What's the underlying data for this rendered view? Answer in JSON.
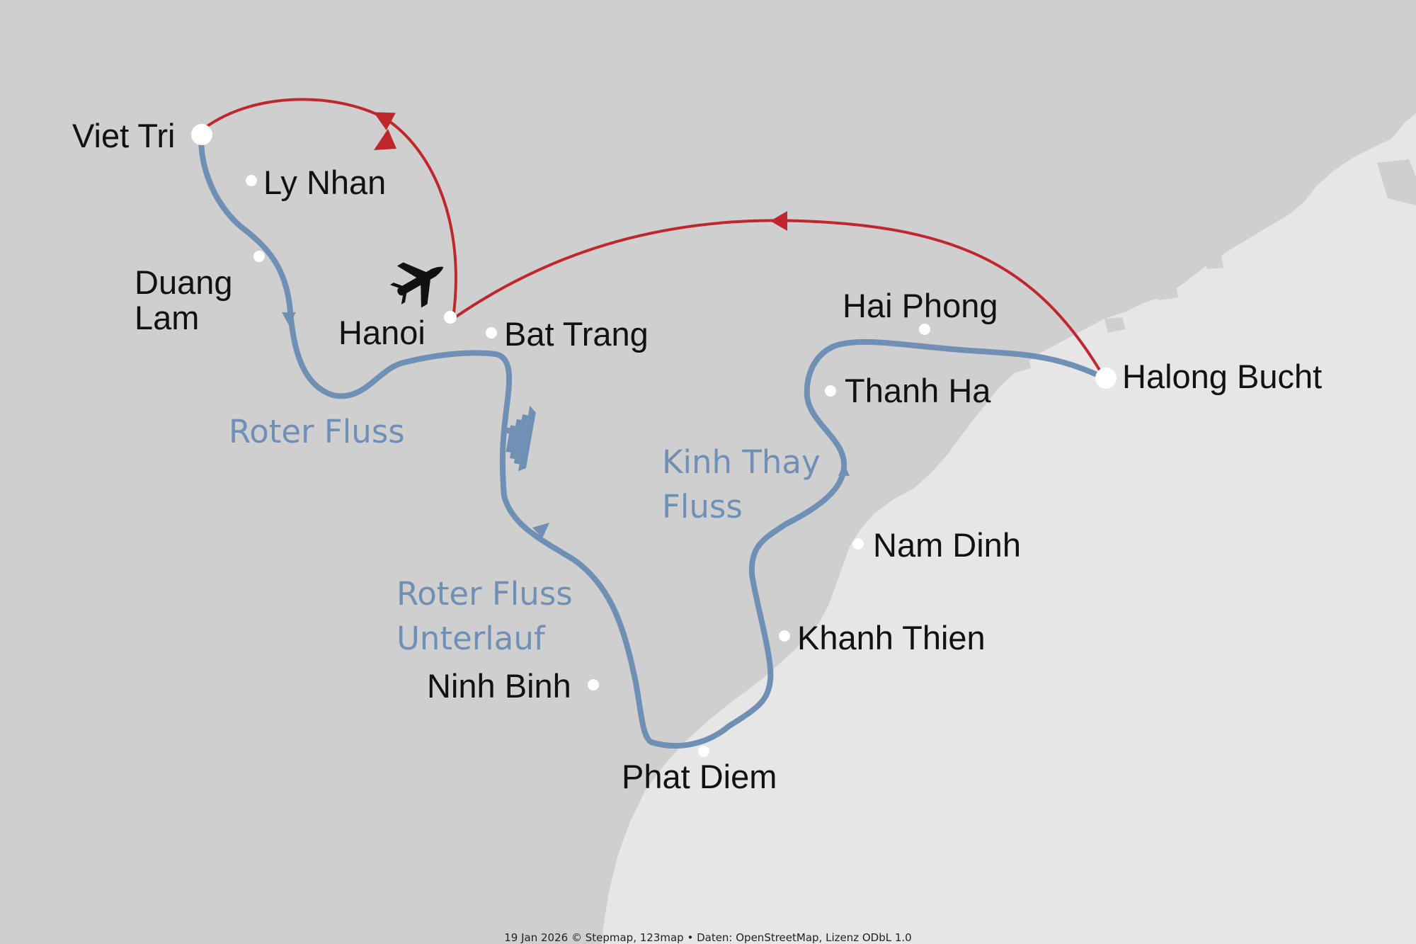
{
  "colors": {
    "land": "#cfcfcf",
    "sea": "#e6e6e6",
    "river_route": "#6f8fb5",
    "flight_route": "#c0272d",
    "city_label": "#111111",
    "city_marker": "#ffffff"
  },
  "icons": {
    "airplane": "airplane-icon",
    "ship": "cruise-ship-icon"
  },
  "cities": {
    "viet_tri": "Viet Tri",
    "ly_nhan": "Ly Nhan",
    "duang_lam_1": "Duang",
    "duang_lam_2": "Lam",
    "hanoi": "Hanoi",
    "bat_trang": "Bat Trang",
    "hai_phong": "Hai Phong",
    "thanh_ha": "Thanh Ha",
    "halong_bucht": "Halong Bucht",
    "nam_dinh": "Nam Dinh",
    "khanh_thien": "Khanh Thien",
    "ninh_binh": "Ninh Binh",
    "phat_diem": "Phat Diem"
  },
  "rivers": {
    "roter_fluss": "Roter Fluss",
    "roter_fluss_unterlauf_1": "Roter Fluss",
    "roter_fluss_unterlauf_2": "Unterlauf",
    "kinh_thay_1": "Kinh Thay",
    "kinh_thay_2": "Fluss"
  },
  "attribution": "19 Jan 2026 © Stepmap, 123map • Daten: OpenStreetMap, Lizenz ODbL 1.0"
}
